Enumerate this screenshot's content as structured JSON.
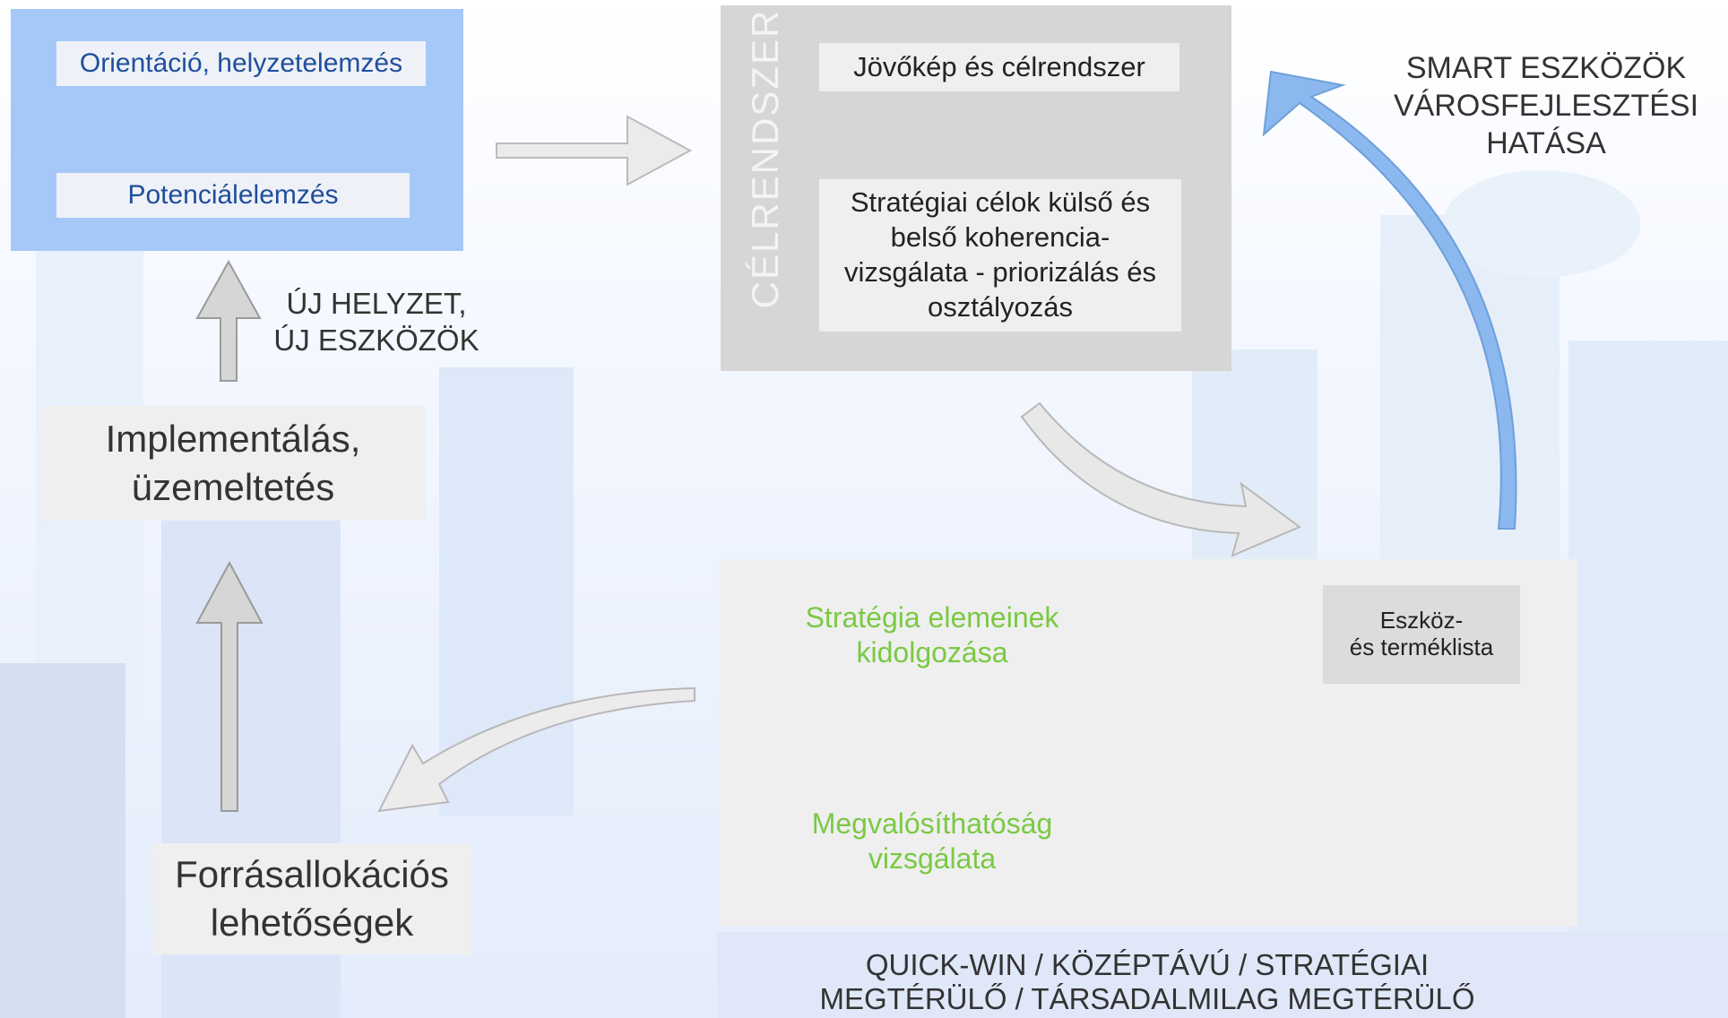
{
  "orientation": {
    "item1": "Orientáció, helyzetelemzés",
    "item2": "Potenciálelemzés"
  },
  "celrendszer": {
    "vertical_label": "CÉLRENDSZER",
    "item1": "Jövőkép és célrendszer",
    "item2": "Stratégiai célok külső és belső koherencia-vizsgálata - priorizálás és osztályozás"
  },
  "smart": {
    "line1": "SMART ESZKÖZÖK",
    "line2": "VÁROSFEJLESZTÉSI",
    "line3": "HATÁSA"
  },
  "new_situation": {
    "line1": "ÚJ HELYZET,",
    "line2": "ÚJ ESZKÖZÖK"
  },
  "implementation": {
    "line1": "Implementálás,",
    "line2": "üzemeltetés"
  },
  "resources": {
    "line1": "Forrásallokációs",
    "line2": "lehetőségek"
  },
  "strategy": {
    "item1_line1": "Stratégia elemeinek",
    "item1_line2": "kidolgozása",
    "item2_line1": "Megvalósíthatóság",
    "item2_line2": "vizsgálata",
    "tools_line1": "Eszköz-",
    "tools_line2": "és terméklista"
  },
  "bottom": {
    "line1": "QUICK-WIN / KÖZÉPTÁVÚ / STRATÉGIAI",
    "line2": "MEGTÉRÜLŐ / TÁRSADALMILAG MEGTÉRÜLŐ"
  },
  "colors": {
    "light_blue_box": "#a6c8f8",
    "gray_box": "#d6d6d6",
    "light_gray_box": "#efefef",
    "blue_arrow": "#8ab8ef",
    "gray_arrow": "#ebebeb",
    "green_text": "#7ac943",
    "dark_blue_text": "#1f4e9c"
  }
}
